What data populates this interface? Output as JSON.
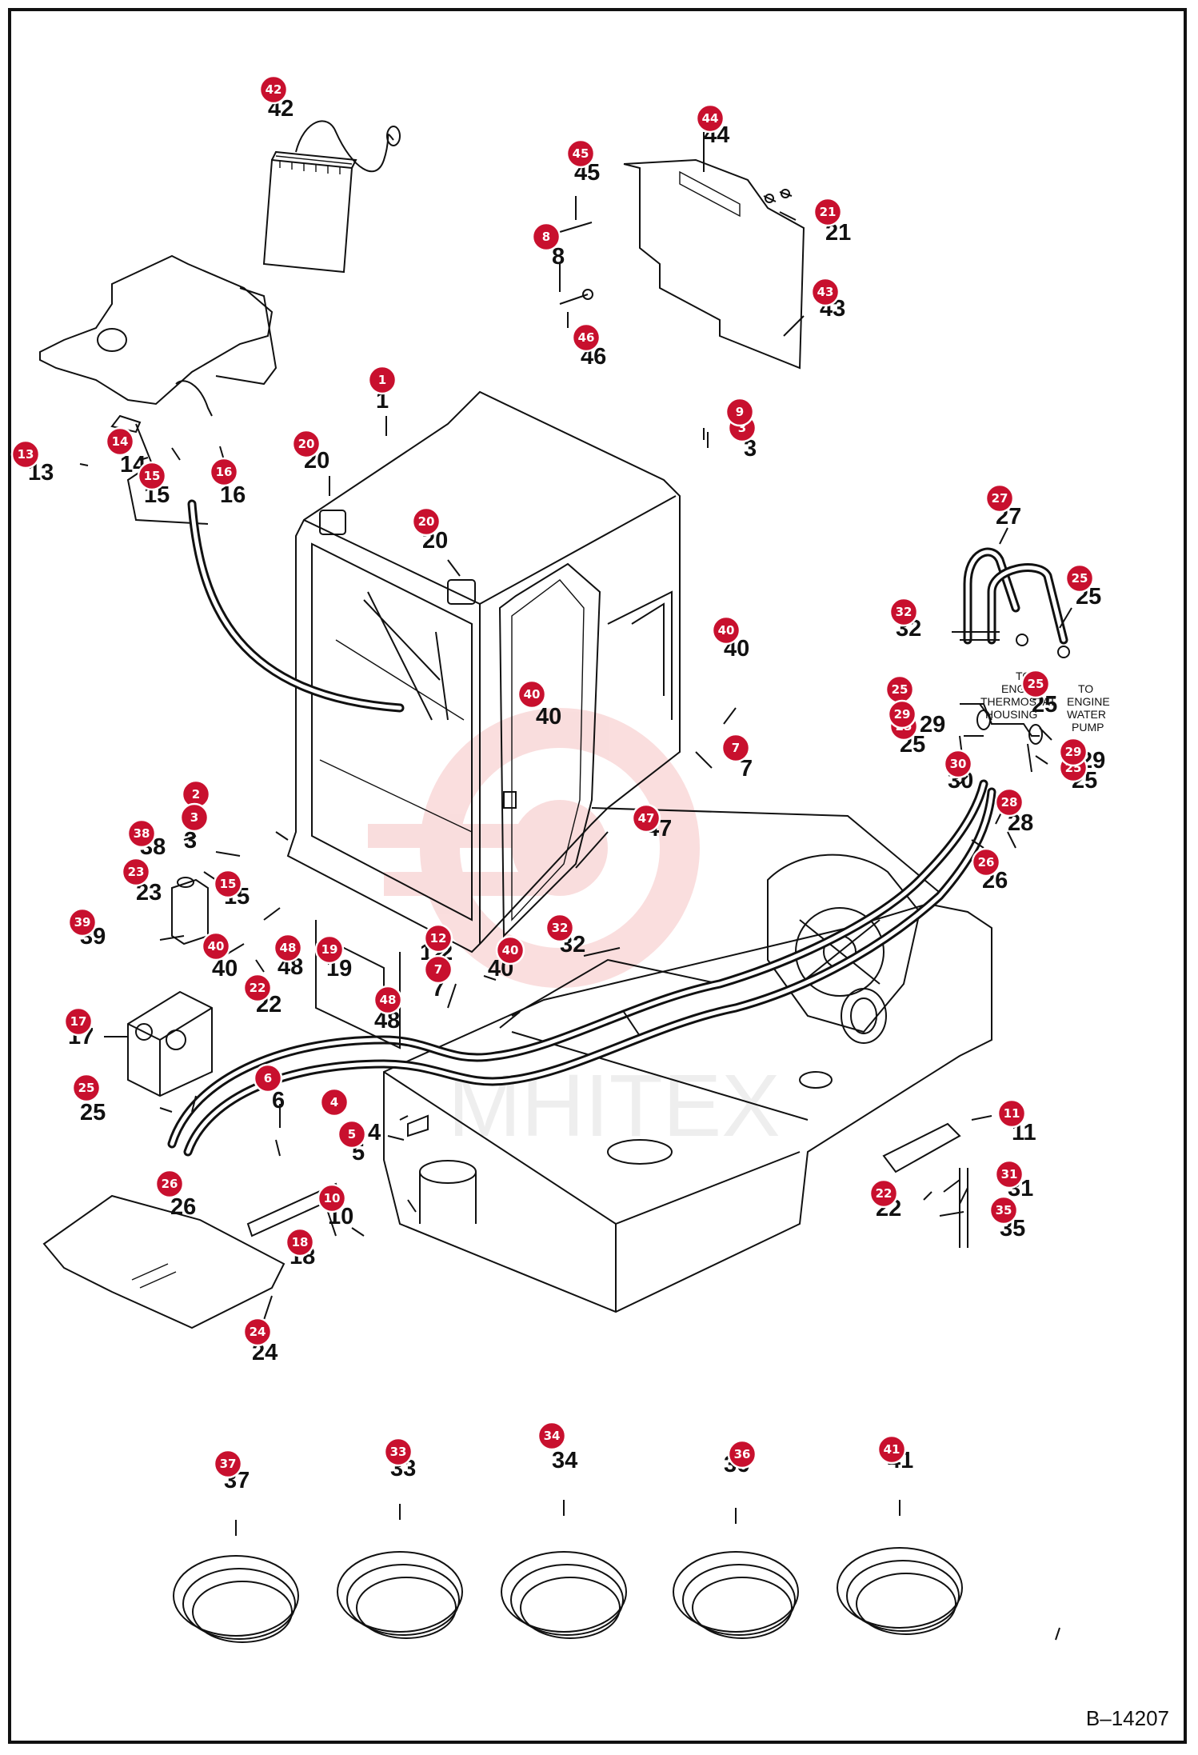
{
  "diagram_id": "B–14207",
  "watermark_text": "MHITEX",
  "callouts": [
    {
      "n": "1",
      "label": "1"
    },
    {
      "n": "2",
      "label": "2"
    },
    {
      "n": "3",
      "label": "3"
    },
    {
      "n": "4",
      "label": "4"
    },
    {
      "n": "5",
      "label": "5"
    },
    {
      "n": "6",
      "label": "6"
    },
    {
      "n": "7",
      "label": "7"
    },
    {
      "n": "8",
      "label": "8"
    },
    {
      "n": "9",
      "label": "9"
    },
    {
      "n": "10",
      "label": "10"
    },
    {
      "n": "11",
      "label": "11"
    },
    {
      "n": "12",
      "label": "12"
    },
    {
      "n": "13",
      "label": "13"
    },
    {
      "n": "14",
      "label": "14"
    },
    {
      "n": "15",
      "label": "15"
    },
    {
      "n": "16",
      "label": "16"
    },
    {
      "n": "17",
      "label": "17"
    },
    {
      "n": "18",
      "label": "18"
    },
    {
      "n": "19",
      "label": "19"
    },
    {
      "n": "20",
      "label": "20"
    },
    {
      "n": "21",
      "label": "21"
    },
    {
      "n": "22",
      "label": "22"
    },
    {
      "n": "23",
      "label": "23"
    },
    {
      "n": "24",
      "label": "24"
    },
    {
      "n": "25",
      "label": "25"
    },
    {
      "n": "26",
      "label": "26"
    },
    {
      "n": "27",
      "label": "27"
    },
    {
      "n": "28",
      "label": "28"
    },
    {
      "n": "29",
      "label": "29"
    },
    {
      "n": "30",
      "label": "30"
    },
    {
      "n": "31",
      "label": "31"
    },
    {
      "n": "32",
      "label": "32"
    },
    {
      "n": "33",
      "label": "33"
    },
    {
      "n": "34",
      "label": "34"
    },
    {
      "n": "35",
      "label": "35"
    },
    {
      "n": "36",
      "label": "36"
    },
    {
      "n": "37",
      "label": "37"
    },
    {
      "n": "38",
      "label": "38"
    },
    {
      "n": "39",
      "label": "39"
    },
    {
      "n": "40",
      "label": "40"
    },
    {
      "n": "41",
      "label": "41"
    },
    {
      "n": "42",
      "label": "42"
    },
    {
      "n": "43",
      "label": "43"
    },
    {
      "n": "44",
      "label": "44"
    },
    {
      "n": "45",
      "label": "45"
    },
    {
      "n": "46",
      "label": "46"
    },
    {
      "n": "47",
      "label": "47"
    },
    {
      "n": "48",
      "label": "48"
    }
  ],
  "notes": {
    "engine_thermostat": [
      "TO",
      "ENGINE",
      "THERMOSTAT",
      "HOUSING"
    ],
    "engine_water_pump": [
      "TO",
      "ENGINE",
      "WATER",
      "PUMP"
    ]
  },
  "colors": {
    "badge": "#c8102e",
    "line": "#111111",
    "watermark": "#e03030"
  }
}
